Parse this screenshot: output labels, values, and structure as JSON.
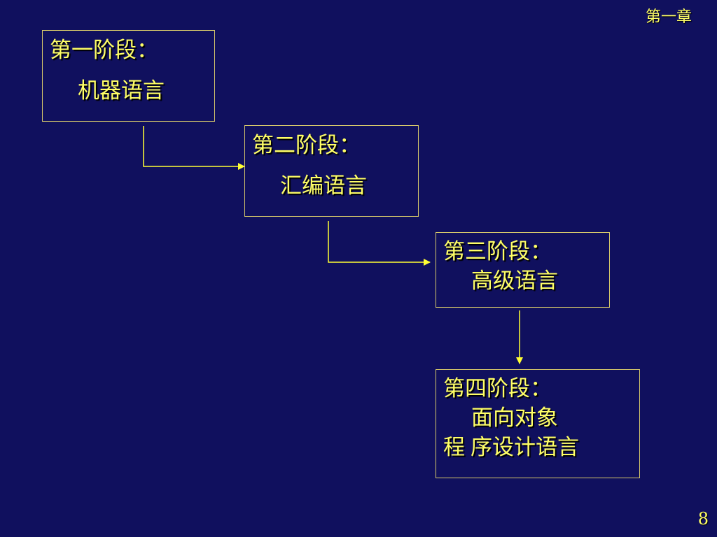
{
  "header": {
    "chapter_label": "第一章"
  },
  "footer": {
    "page_number": "8"
  },
  "stages": [
    {
      "title": "第一阶段：",
      "lines": [
        "机器语言"
      ]
    },
    {
      "title": "第二阶段：",
      "lines": [
        "汇编语言"
      ]
    },
    {
      "title": "第三阶段：",
      "lines": [
        "高级语言"
      ]
    },
    {
      "title": "第四阶段：",
      "lines": [
        "面向对象",
        "程",
        "序设计语言"
      ]
    }
  ],
  "colors": {
    "background": "#10105e",
    "text": "#ffff66",
    "box_border": "#d7c96b",
    "arrow": "#ffff33"
  }
}
